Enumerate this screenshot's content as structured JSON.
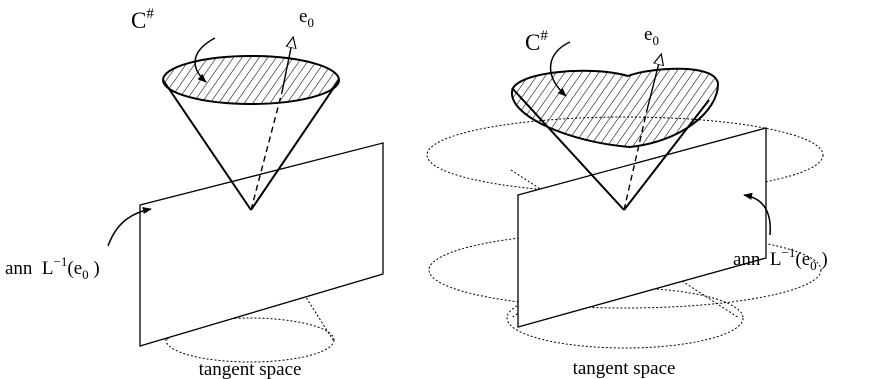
{
  "left_panel": {
    "set_label": {
      "base": "C",
      "sup": "#"
    },
    "vector_label": {
      "base": "e",
      "sub": "0"
    },
    "plane_label": {
      "prefix": "ann  L",
      "sup": "−1",
      "open": "(e",
      "sub": "0",
      "close": " )"
    },
    "caption": "tangent space"
  },
  "right_panel": {
    "set_label": {
      "base": "C",
      "sup": "#"
    },
    "vector_label": {
      "base": "e",
      "sub": "0"
    },
    "plane_label": {
      "prefix": "ann  L",
      "sup": "−1",
      "open": "(e",
      "sub": "0",
      "close": " )"
    },
    "caption": "tangent space"
  }
}
